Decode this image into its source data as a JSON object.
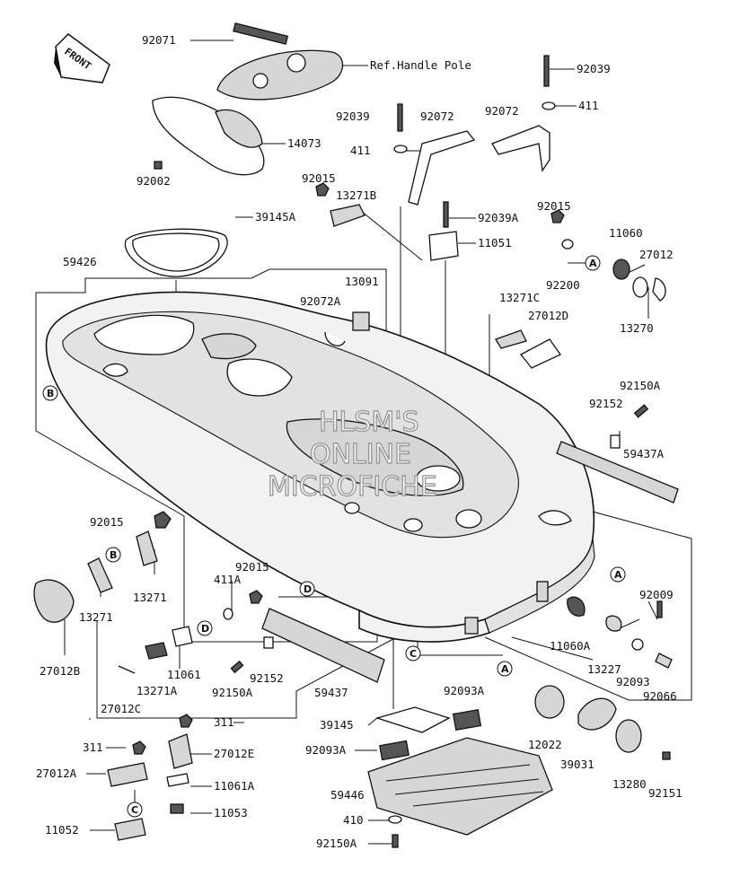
{
  "front_label": "FRONT",
  "watermark": [
    "HLSM'S",
    "ONLINE",
    "MICROFICHE"
  ],
  "reference_label": "Ref.Handle Pole",
  "callouts": {
    "a": "A",
    "b": "B",
    "c": "C",
    "d": "D"
  },
  "parts": {
    "p92071": "92071",
    "p14073": "14073",
    "p92002": "92002",
    "p39145A": "39145A",
    "p59426": "59426",
    "p92039_top": "92039",
    "p411_top": "411",
    "p92039_mid": "92039",
    "p92072_mid": "92072",
    "p92072_right": "92072",
    "p411_mid": "411",
    "p92015_a": "92015",
    "p13271B": "13271B",
    "p92039A": "92039A",
    "p11051": "11051",
    "p92015_b": "92015",
    "p11060": "11060",
    "p27012": "27012",
    "p92200": "92200",
    "p13270": "13270",
    "p13091": "13091",
    "p92072A": "92072A",
    "p13271C": "13271C",
    "p27012D": "27012D",
    "p92150A_r": "92150A",
    "p92152_r": "92152",
    "p59437A": "59437A",
    "p92015_c": "92015",
    "p13271_a": "13271",
    "p13271_b": "13271",
    "p27012B": "27012B",
    "p92015_d": "92015",
    "p411A": "411A",
    "p11061": "11061",
    "p13271A": "13271A",
    "p27012C": "27012C",
    "p92150A_l": "92150A",
    "p92152_l": "92152",
    "p59437": "59437",
    "p92009": "92009",
    "p11060A": "11060A",
    "p13227": "13227",
    "p92093": "92093",
    "p92066": "92066",
    "p92093A_top": "92093A",
    "p39145": "39145",
    "p92093A_left": "92093A",
    "p59446": "59446",
    "p410": "410",
    "p92150A_b": "92150A",
    "p12022": "12022",
    "p39031": "39031",
    "p13280": "13280",
    "p92151": "92151",
    "p311_r": "311",
    "p311_l": "311",
    "p27012E": "27012E",
    "p27012A": "27012A",
    "p11061A": "11061A",
    "p11053": "11053",
    "p11052": "11052"
  }
}
